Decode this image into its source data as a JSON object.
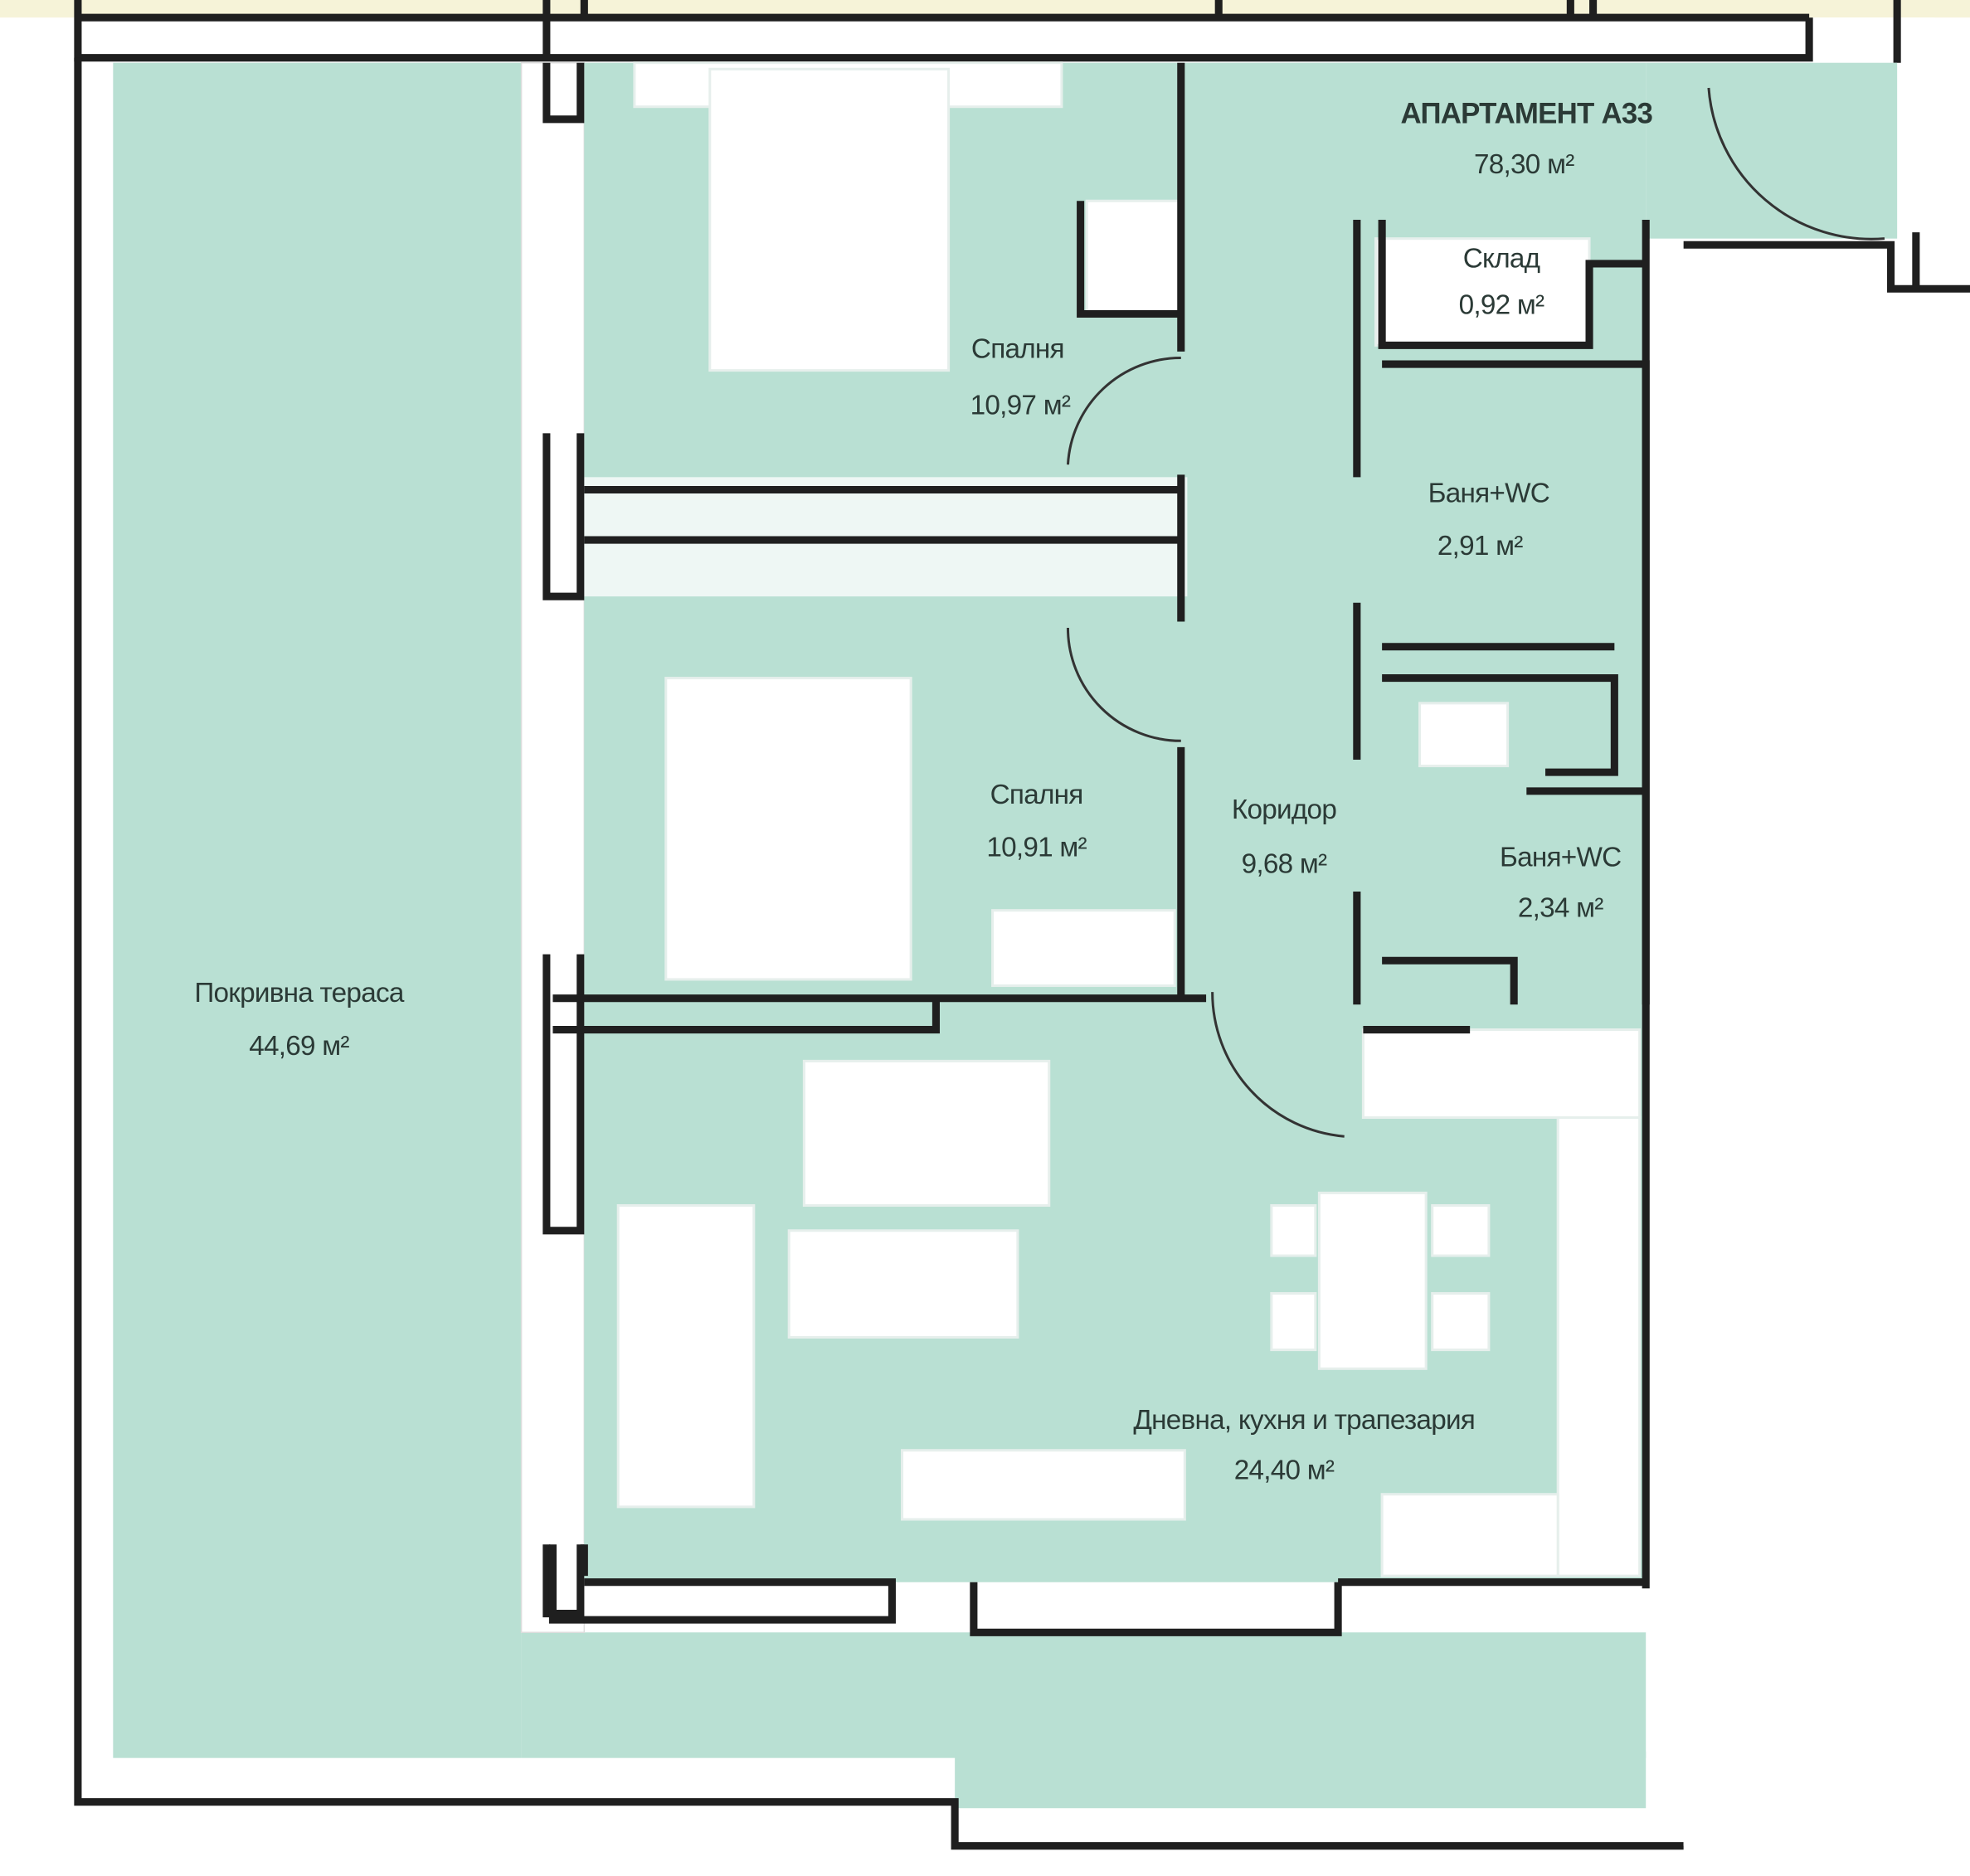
{
  "apartment": {
    "title": "АПАРТАМЕНТ А33",
    "area": "78,30 м²"
  },
  "rooms": [
    {
      "id": "storage",
      "name": "Склад",
      "area": "0,92 м²"
    },
    {
      "id": "bedroom-1",
      "name": "Спалня",
      "area": "10,97 м²"
    },
    {
      "id": "bathroom-1",
      "name": "Баня+WC",
      "area": "2,91 м²"
    },
    {
      "id": "bedroom-2",
      "name": "Спалня",
      "area": "10,91 м²"
    },
    {
      "id": "corridor",
      "name": "Коридор",
      "area": "9,68 м²"
    },
    {
      "id": "bathroom-2",
      "name": "Баня+WC",
      "area": "2,34 м²"
    },
    {
      "id": "terrace",
      "name": "Покривна тераса",
      "area": "44,69 м²"
    },
    {
      "id": "living",
      "name": "Дневна, кухня и трапезария",
      "area": "24,40 м²"
    }
  ],
  "colors": {
    "room_fill": "#b9e0d3",
    "wall": "#1f1f1f",
    "top_strip": "#f6f3d8"
  }
}
